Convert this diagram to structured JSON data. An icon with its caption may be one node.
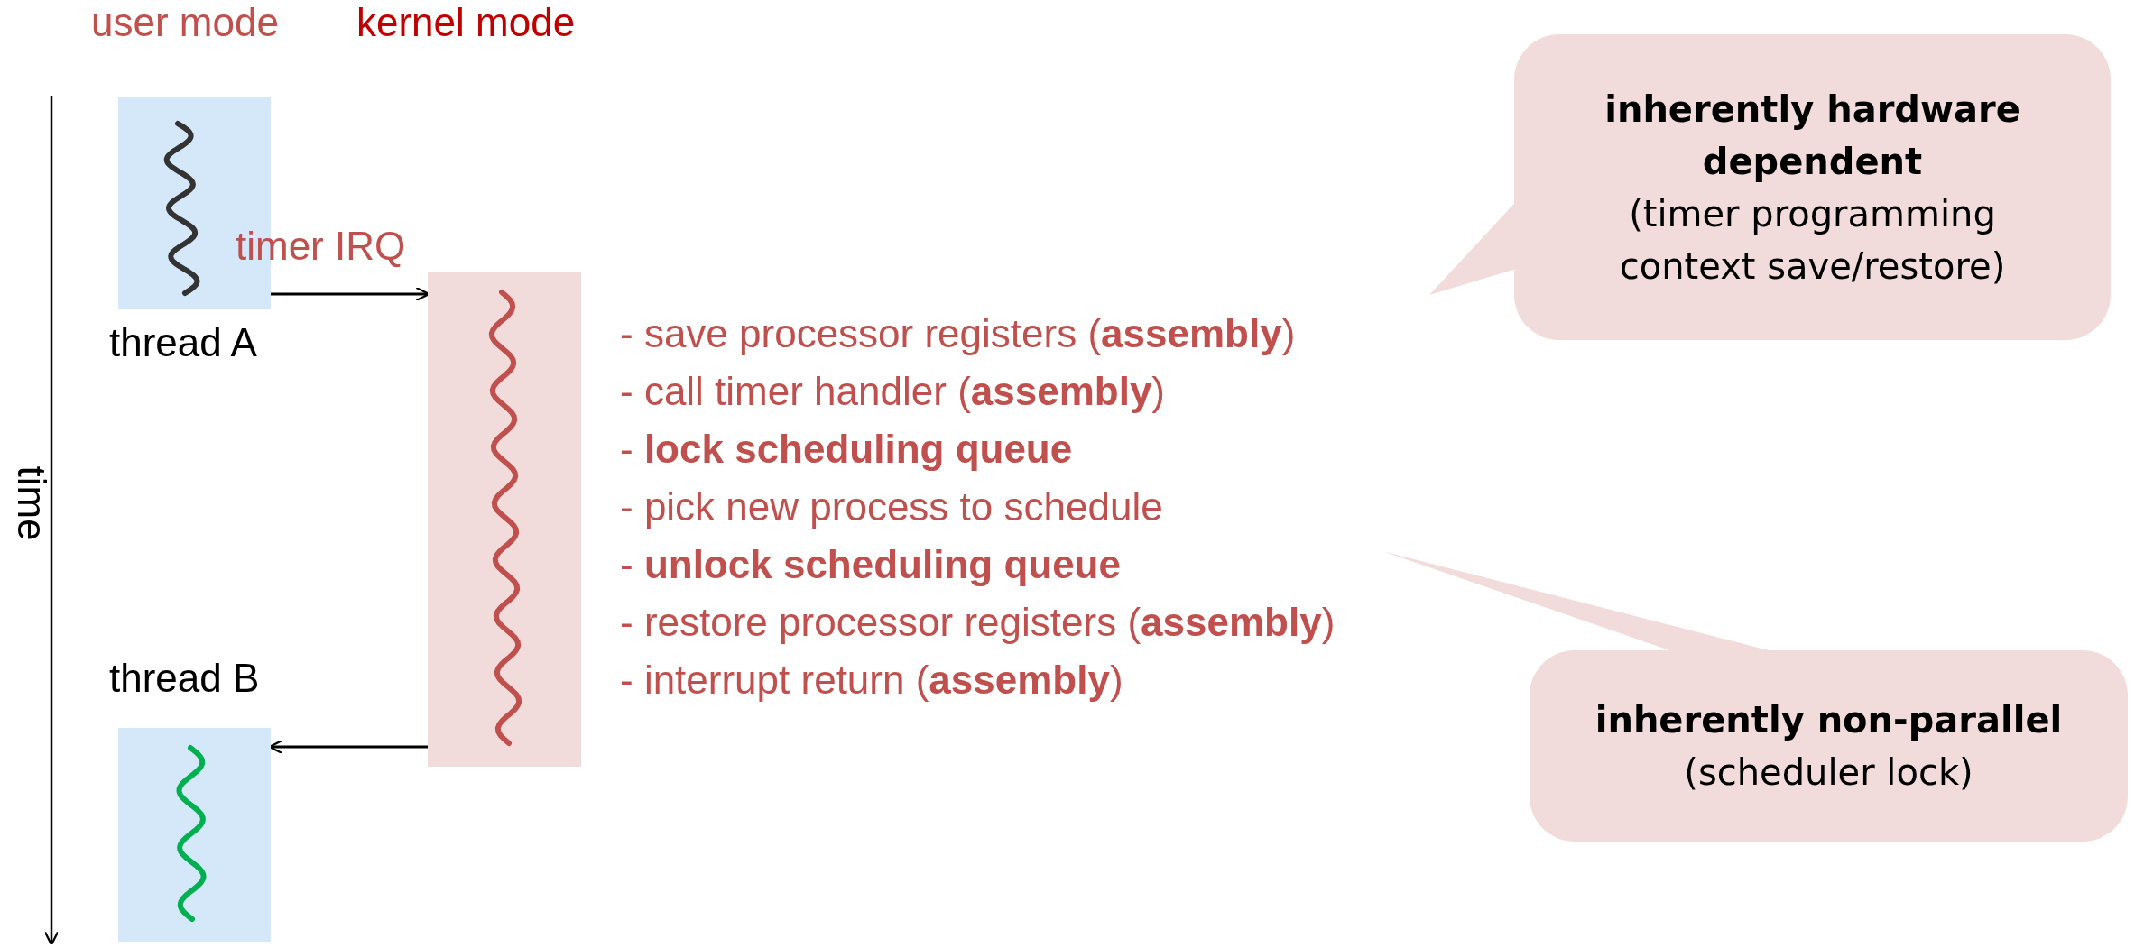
{
  "diagram": {
    "nodes": [
      {
        "text": [],
        "shape": "box",
        "beside": [
          "thread A"
        ]
      },
      {
        "text": [],
        "shape": "box"
      },
      {
        "text": [],
        "shape": "box",
        "beside": [
          "thread B"
        ]
      },
      {
        "text": [
          "inherently hardware dependent",
          "(timer programming context save/restore)"
        ]
      },
      {
        "text": [
          "inherently non-parallel",
          "(scheduler lock)"
        ]
      }
    ],
    "edges": [
      {
        "from": 0,
        "to": 1,
        "arrow": "to",
        "label": "timer IRQ"
      },
      {
        "from": 1,
        "to": 2,
        "arrow": "to"
      }
    ],
    "labels": [
      "user mode",
      "kernel mode",
      "time",
      "- save processor registers (**assembly**)",
      "- call timer handler (**assembly**)",
      "- **lock scheduling queue**",
      "- pick new process to schedule",
      "- **unlock scheduling queue**",
      "- restore processor registers (**assembly**)",
      "- interrupt return (**assembly**)"
    ]
  }
}
